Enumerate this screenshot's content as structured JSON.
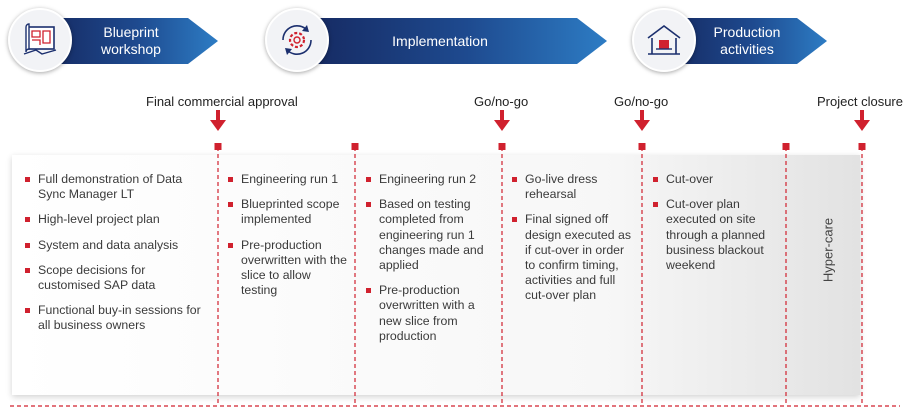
{
  "phases": [
    {
      "label": "Blueprint workshop",
      "icon": "blueprint-icon"
    },
    {
      "label": "Implementation",
      "icon": "gear-cycle-icon"
    },
    {
      "label": "Production activities",
      "icon": "warehouse-icon"
    }
  ],
  "milestones": [
    "Final commercial approval",
    "Go/no-go",
    "Go/no-go",
    "Project closure"
  ],
  "columns": [
    [
      "Full demonstration of Data Sync Manager LT",
      "High-level project plan",
      "System and data analysis",
      "Scope decisions for customised SAP data",
      "Functional buy-in sessions for all business owners"
    ],
    [
      "Engineering run 1",
      "Blueprinted scope implemented",
      "Pre-production overwritten with the slice to allow testing"
    ],
    [
      "Engineering run 2",
      "Based on testing completed from engineering run 1 changes made and applied",
      "Pre-production overwritten with a new slice from production"
    ],
    [
      "Go-live dress rehearsal",
      "Final signed off design executed as if cut-over in order to confirm timing, activities and full cut-over plan"
    ],
    [
      "Cut-over",
      "Cut-over plan executed on site through a planned business blackout weekend"
    ]
  ],
  "hypercare": "Hyper-care",
  "colors": {
    "accent_red": "#d0212e",
    "navy": "#1b2f6e",
    "blue": "#2a6fb7"
  }
}
